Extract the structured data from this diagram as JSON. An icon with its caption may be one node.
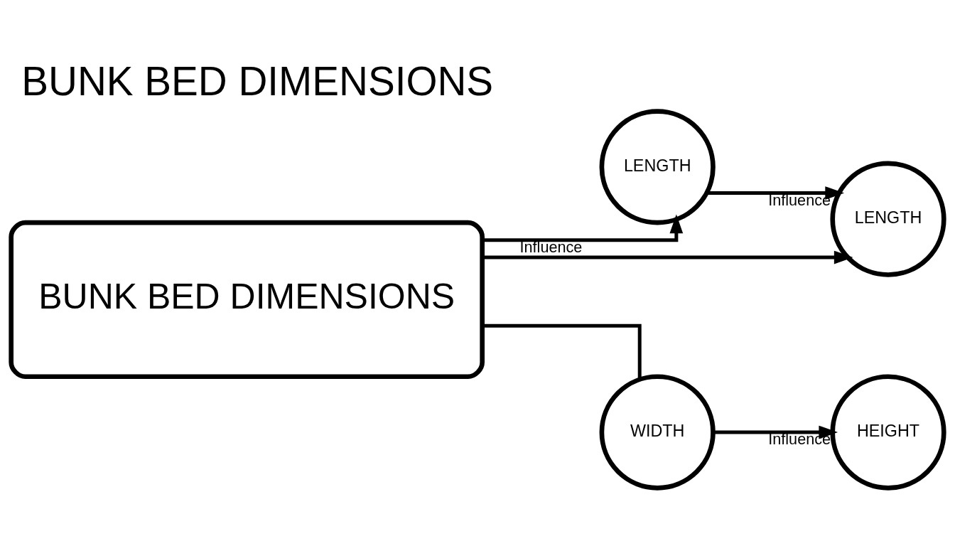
{
  "diagram": {
    "title": "BUNK BED DIMENSIONS",
    "nodes": [
      {
        "text": [
          "BUNK BED DIMENSIONS"
        ]
      },
      {
        "text": [
          "LENGTH"
        ]
      },
      {
        "text": [
          "WIDTH"
        ]
      },
      {
        "text": [
          "LENGTH"
        ]
      },
      {
        "text": [
          "HEIGHT"
        ]
      }
    ],
    "edges": [
      {
        "from": 0,
        "to": 1,
        "arrow": "to",
        "label": "Influence"
      },
      {
        "from": 0,
        "to": 2,
        "arrow": "none"
      },
      {
        "from": 1,
        "to": 3,
        "arrow": "to",
        "label": "Influence"
      },
      {
        "from": 0,
        "to": 3,
        "arrow": "to"
      },
      {
        "from": 2,
        "to": 4,
        "arrow": "to",
        "label": "Influence"
      }
    ]
  }
}
